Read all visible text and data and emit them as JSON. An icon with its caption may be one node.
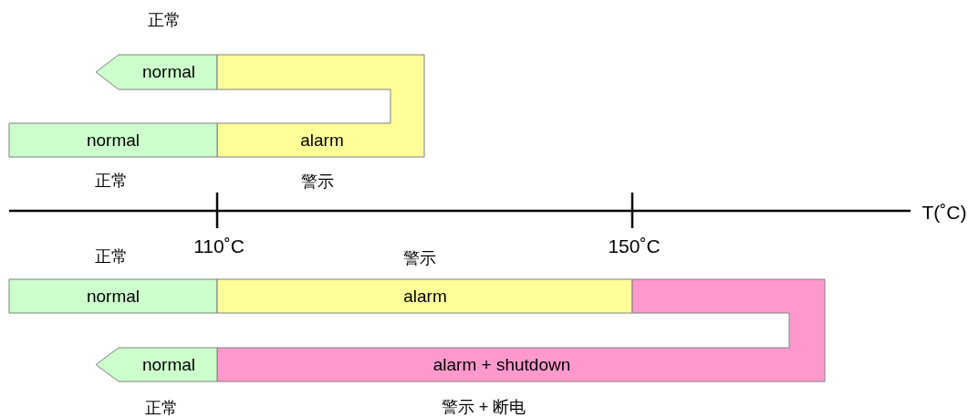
{
  "diagram": {
    "nodes": [
      {
        "text": [
          "normal"
        ],
        "beside": [
          "正常"
        ]
      },
      {
        "text": [
          "alarm"
        ],
        "beside": [
          "警示"
        ]
      },
      {
        "text": [
          "normal"
        ],
        "beside": [
          "正常"
        ]
      },
      {
        "text": [
          "normal"
        ],
        "beside": [
          "正常"
        ]
      },
      {
        "text": [
          "alarm"
        ],
        "beside": [
          "警示"
        ]
      },
      {
        "text": [
          "alarm + shutdown"
        ],
        "beside": [
          "警示 + 断电"
        ]
      },
      {
        "text": [
          "normal"
        ],
        "beside": [
          "正常"
        ]
      }
    ],
    "edges": [],
    "labels": [
      "110˚C",
      "150˚C",
      "T(˚C)"
    ]
  }
}
